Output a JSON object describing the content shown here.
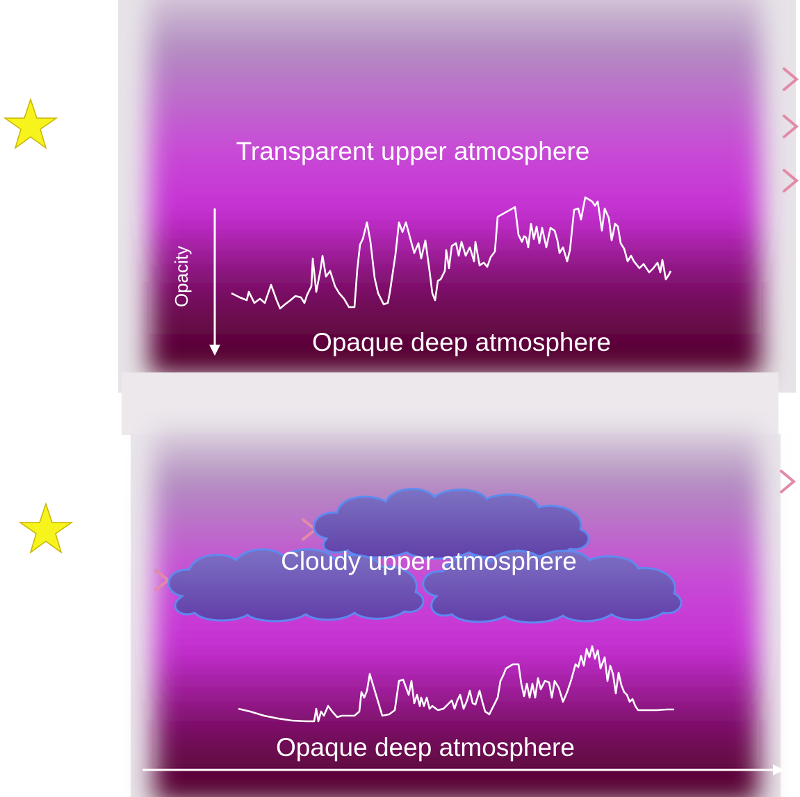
{
  "top_panel": {
    "upper_label": "Transparent upper atmosphere",
    "deep_label": "Opaque deep atmosphere",
    "opacity_axis_label": "Opacity"
  },
  "bottom_panel": {
    "upper_label": "Cloudy upper atmosphere",
    "deep_label": "Opaque deep atmosphere"
  },
  "colors": {
    "star": "#f5f01a",
    "ray_start": "#f2e640",
    "ray_end": "#e07aa6",
    "atmosphere_mid": "#c837d8",
    "atmosphere_deep": "#4a0020",
    "cloud_fill": "#6a5bb0",
    "cloud_edge": "#5a86f0",
    "spectrum_line": "#ffffff"
  },
  "icons": [
    "star-icon",
    "cloud-icon",
    "arrow-icon"
  ]
}
